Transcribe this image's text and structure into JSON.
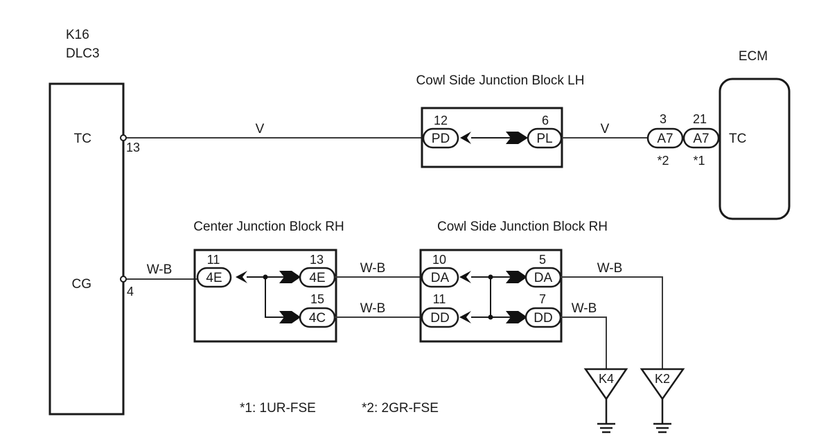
{
  "components": {
    "dlc3": {
      "code": "K16",
      "name": "DLC3",
      "pins": [
        {
          "label": "TC",
          "number": "13"
        },
        {
          "label": "CG",
          "number": "4"
        }
      ]
    },
    "ecm": {
      "name": "ECM",
      "pin_label": "TC"
    },
    "cowl_lh": {
      "title": "Cowl Side Junction Block LH",
      "left": {
        "code": "PD",
        "pin": "12"
      },
      "right": {
        "code": "PL",
        "pin": "6"
      }
    },
    "center_rh": {
      "title": "Center Junction Block RH",
      "left": {
        "code": "4E",
        "pin": "11"
      },
      "right_top": {
        "code": "4E",
        "pin": "13"
      },
      "right_bottom": {
        "code": "4C",
        "pin": "15"
      }
    },
    "cowl_rh": {
      "title": "Cowl Side Junction Block RH",
      "left_top": {
        "code": "DA",
        "pin": "10"
      },
      "left_bottom": {
        "code": "DD",
        "pin": "11"
      },
      "right_top": {
        "code": "DA",
        "pin": "5"
      },
      "right_bottom": {
        "code": "DD",
        "pin": "7"
      }
    },
    "ecm_connectors": [
      {
        "code": "A7",
        "pin": "3",
        "note": "*2"
      },
      {
        "code": "A7",
        "pin": "21",
        "note": "*1"
      }
    ]
  },
  "wires": {
    "tc_dlc_to_jb": "V",
    "tc_jb_to_ecm": "V",
    "cg_dlc_to_cjb": "W-B",
    "cjb_to_cowl_top": "W-B",
    "cjb_to_cowl_bottom": "W-B",
    "cowl_to_k2": "W-B",
    "cowl_to_k4": "W-B"
  },
  "grounds": [
    {
      "code": "K4"
    },
    {
      "code": "K2"
    }
  ],
  "footnotes": [
    "*1: 1UR-FSE",
    "*2: 2GR-FSE"
  ]
}
